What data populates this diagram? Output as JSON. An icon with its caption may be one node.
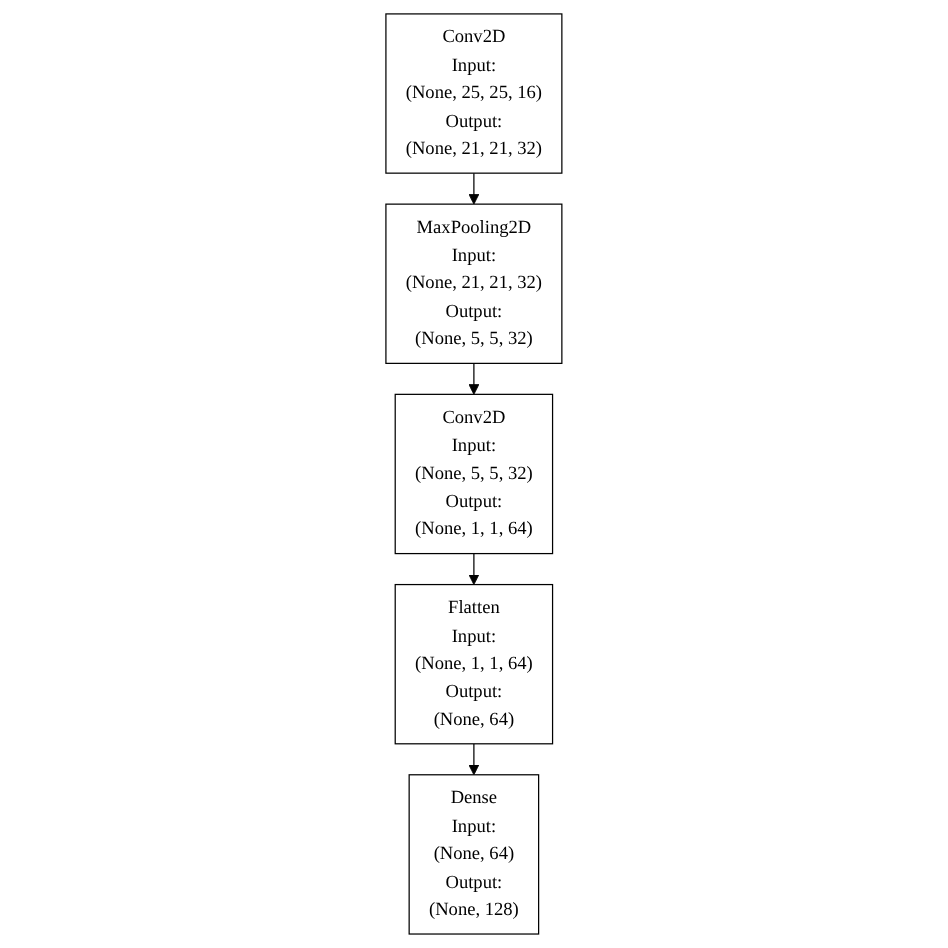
{
  "diagram": {
    "nodes": [
      {
        "text": [
          "Conv2D",
          "Input:",
          "(None, 25, 25, 16)",
          "Output:",
          "(None, 21, 21, 32)"
        ]
      },
      {
        "text": [
          "MaxPooling2D",
          "Input:",
          "(None, 21, 21, 32)",
          "Output:",
          "(None, 5, 5, 32)"
        ]
      },
      {
        "text": [
          "Conv2D",
          "Input:",
          "(None, 5, 5, 32)",
          "Output:",
          "(None, 1, 1, 64)"
        ]
      },
      {
        "text": [
          "Flatten",
          "Input:",
          "(None, 1, 1, 64)",
          "Output:",
          "(None, 64)"
        ]
      },
      {
        "text": [
          "Dense",
          "Input:",
          "(None, 64)",
          "Output:",
          "(None, 128)"
        ]
      }
    ],
    "edges": [
      {
        "from": 0,
        "to": 1,
        "arrow": "to"
      },
      {
        "from": 1,
        "to": 2,
        "arrow": "to"
      },
      {
        "from": 2,
        "to": 3,
        "arrow": "to"
      },
      {
        "from": 3,
        "to": 4,
        "arrow": "to"
      }
    ]
  }
}
